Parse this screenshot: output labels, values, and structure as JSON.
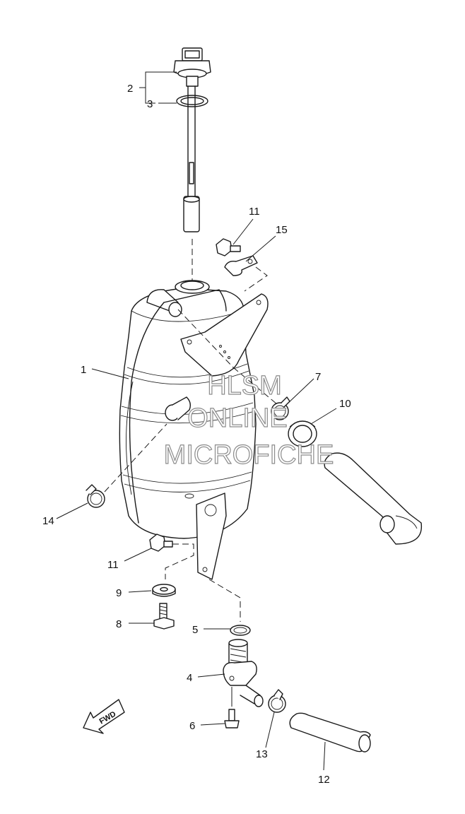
{
  "callouts": [
    "1",
    "2",
    "3",
    "4",
    "5",
    "6",
    "7",
    "8",
    "9",
    "10",
    "11",
    "11",
    "12",
    "13",
    "14",
    "15"
  ],
  "fwd_label": "FWD",
  "watermark": {
    "line1": "HLSM",
    "line2": "ONLINE",
    "line3": "MICROFICHE",
    "color": "#8c8c8c"
  },
  "colors": {
    "line": "#1a1a1a",
    "background": "#ffffff"
  }
}
